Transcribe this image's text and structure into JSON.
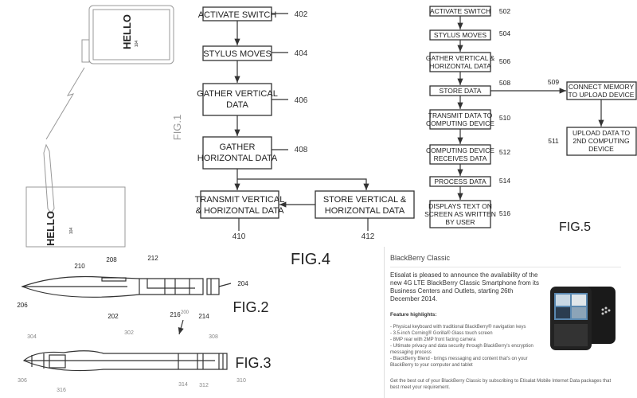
{
  "fig1": {
    "label": "FIG.1",
    "screen_text": "HELLO",
    "paper_text": "HELLO",
    "ref_104": "104"
  },
  "fig2": {
    "label": "FIG.2",
    "refs": [
      "210",
      "208",
      "212",
      "204",
      "206",
      "202",
      "216",
      "200",
      "214"
    ]
  },
  "fig3": {
    "label": "FIG.3",
    "refs": [
      "304",
      "302",
      "308",
      "306",
      "316",
      "314",
      "312",
      "310"
    ]
  },
  "fig4": {
    "label": "FIG.4",
    "steps": [
      {
        "text": [
          "ACTIVATE SWITCH"
        ],
        "ref": "402"
      },
      {
        "text": [
          "STYLUS MOVES"
        ],
        "ref": "404"
      },
      {
        "text": [
          "GATHER VERTICAL",
          "DATA"
        ],
        "ref": "406"
      },
      {
        "text": [
          "GATHER",
          "HORIZONTAL DATA"
        ],
        "ref": "408"
      },
      {
        "text": [
          "TRANSMIT VERTICAL",
          "& HORIZONTAL DATA"
        ],
        "ref": "410"
      },
      {
        "text": [
          "STORE VERTICAL &",
          "HORIZONTAL DATA"
        ],
        "ref": "412"
      }
    ]
  },
  "fig5": {
    "label": "FIG.5",
    "steps": [
      {
        "text": [
          "ACTIVATE SWITCH"
        ],
        "ref": "502"
      },
      {
        "text": [
          "STYLUS MOVES"
        ],
        "ref": "504"
      },
      {
        "text": [
          "GATHER VERTICAL &",
          "HORIZONTAL DATA"
        ],
        "ref": "506"
      },
      {
        "text": [
          "STORE DATA"
        ],
        "ref": "508"
      },
      {
        "text": [
          "TRANSMIT DATA TO",
          "COMPUTING DEVICE"
        ],
        "ref": "510"
      },
      {
        "text": [
          "COMPUTING DEVICE",
          "RECEIVES DATA"
        ],
        "ref": "512"
      },
      {
        "text": [
          "PROCESS DATA"
        ],
        "ref": "514"
      },
      {
        "text": [
          "DISPLAYS TEXT ON",
          "SCREEN AS WRITTEN",
          "BY USER"
        ],
        "ref": "516"
      },
      {
        "text": [
          "CONNECT MEMORY",
          "TO UPLOAD DEVICE"
        ],
        "ref": "509"
      },
      {
        "text": [
          "UPLOAD DATA TO",
          "2ND COMPUTING",
          "DEVICE"
        ],
        "ref": "511"
      }
    ]
  },
  "news": {
    "title": "BlackBerry Classic",
    "intro": "Etisalat is pleased to announce the availability of the new 4G LTE BlackBerry Classic Smartphone from its Business Centers and Outlets, starting 26th December 2014.",
    "features_heading": "Feature highlights:",
    "features": [
      "- Physical keyboard with traditional BlackBerry® navigation keys",
      "- 3.5-inch Corning® Gorilla® Glass touch screen",
      "- 8MP rear with 2MP front facing camera",
      "- Ultimate privacy and data security through BlackBerry's encryption messaging process",
      "- BlackBerry Blend - brings messaging and content that's on your BlackBerry to your computer and tablet"
    ],
    "outro": "Get the best out of your BlackBerry Classic by subscribing to Etisalat Mobile Internet Data packages that best meet your requirement."
  }
}
